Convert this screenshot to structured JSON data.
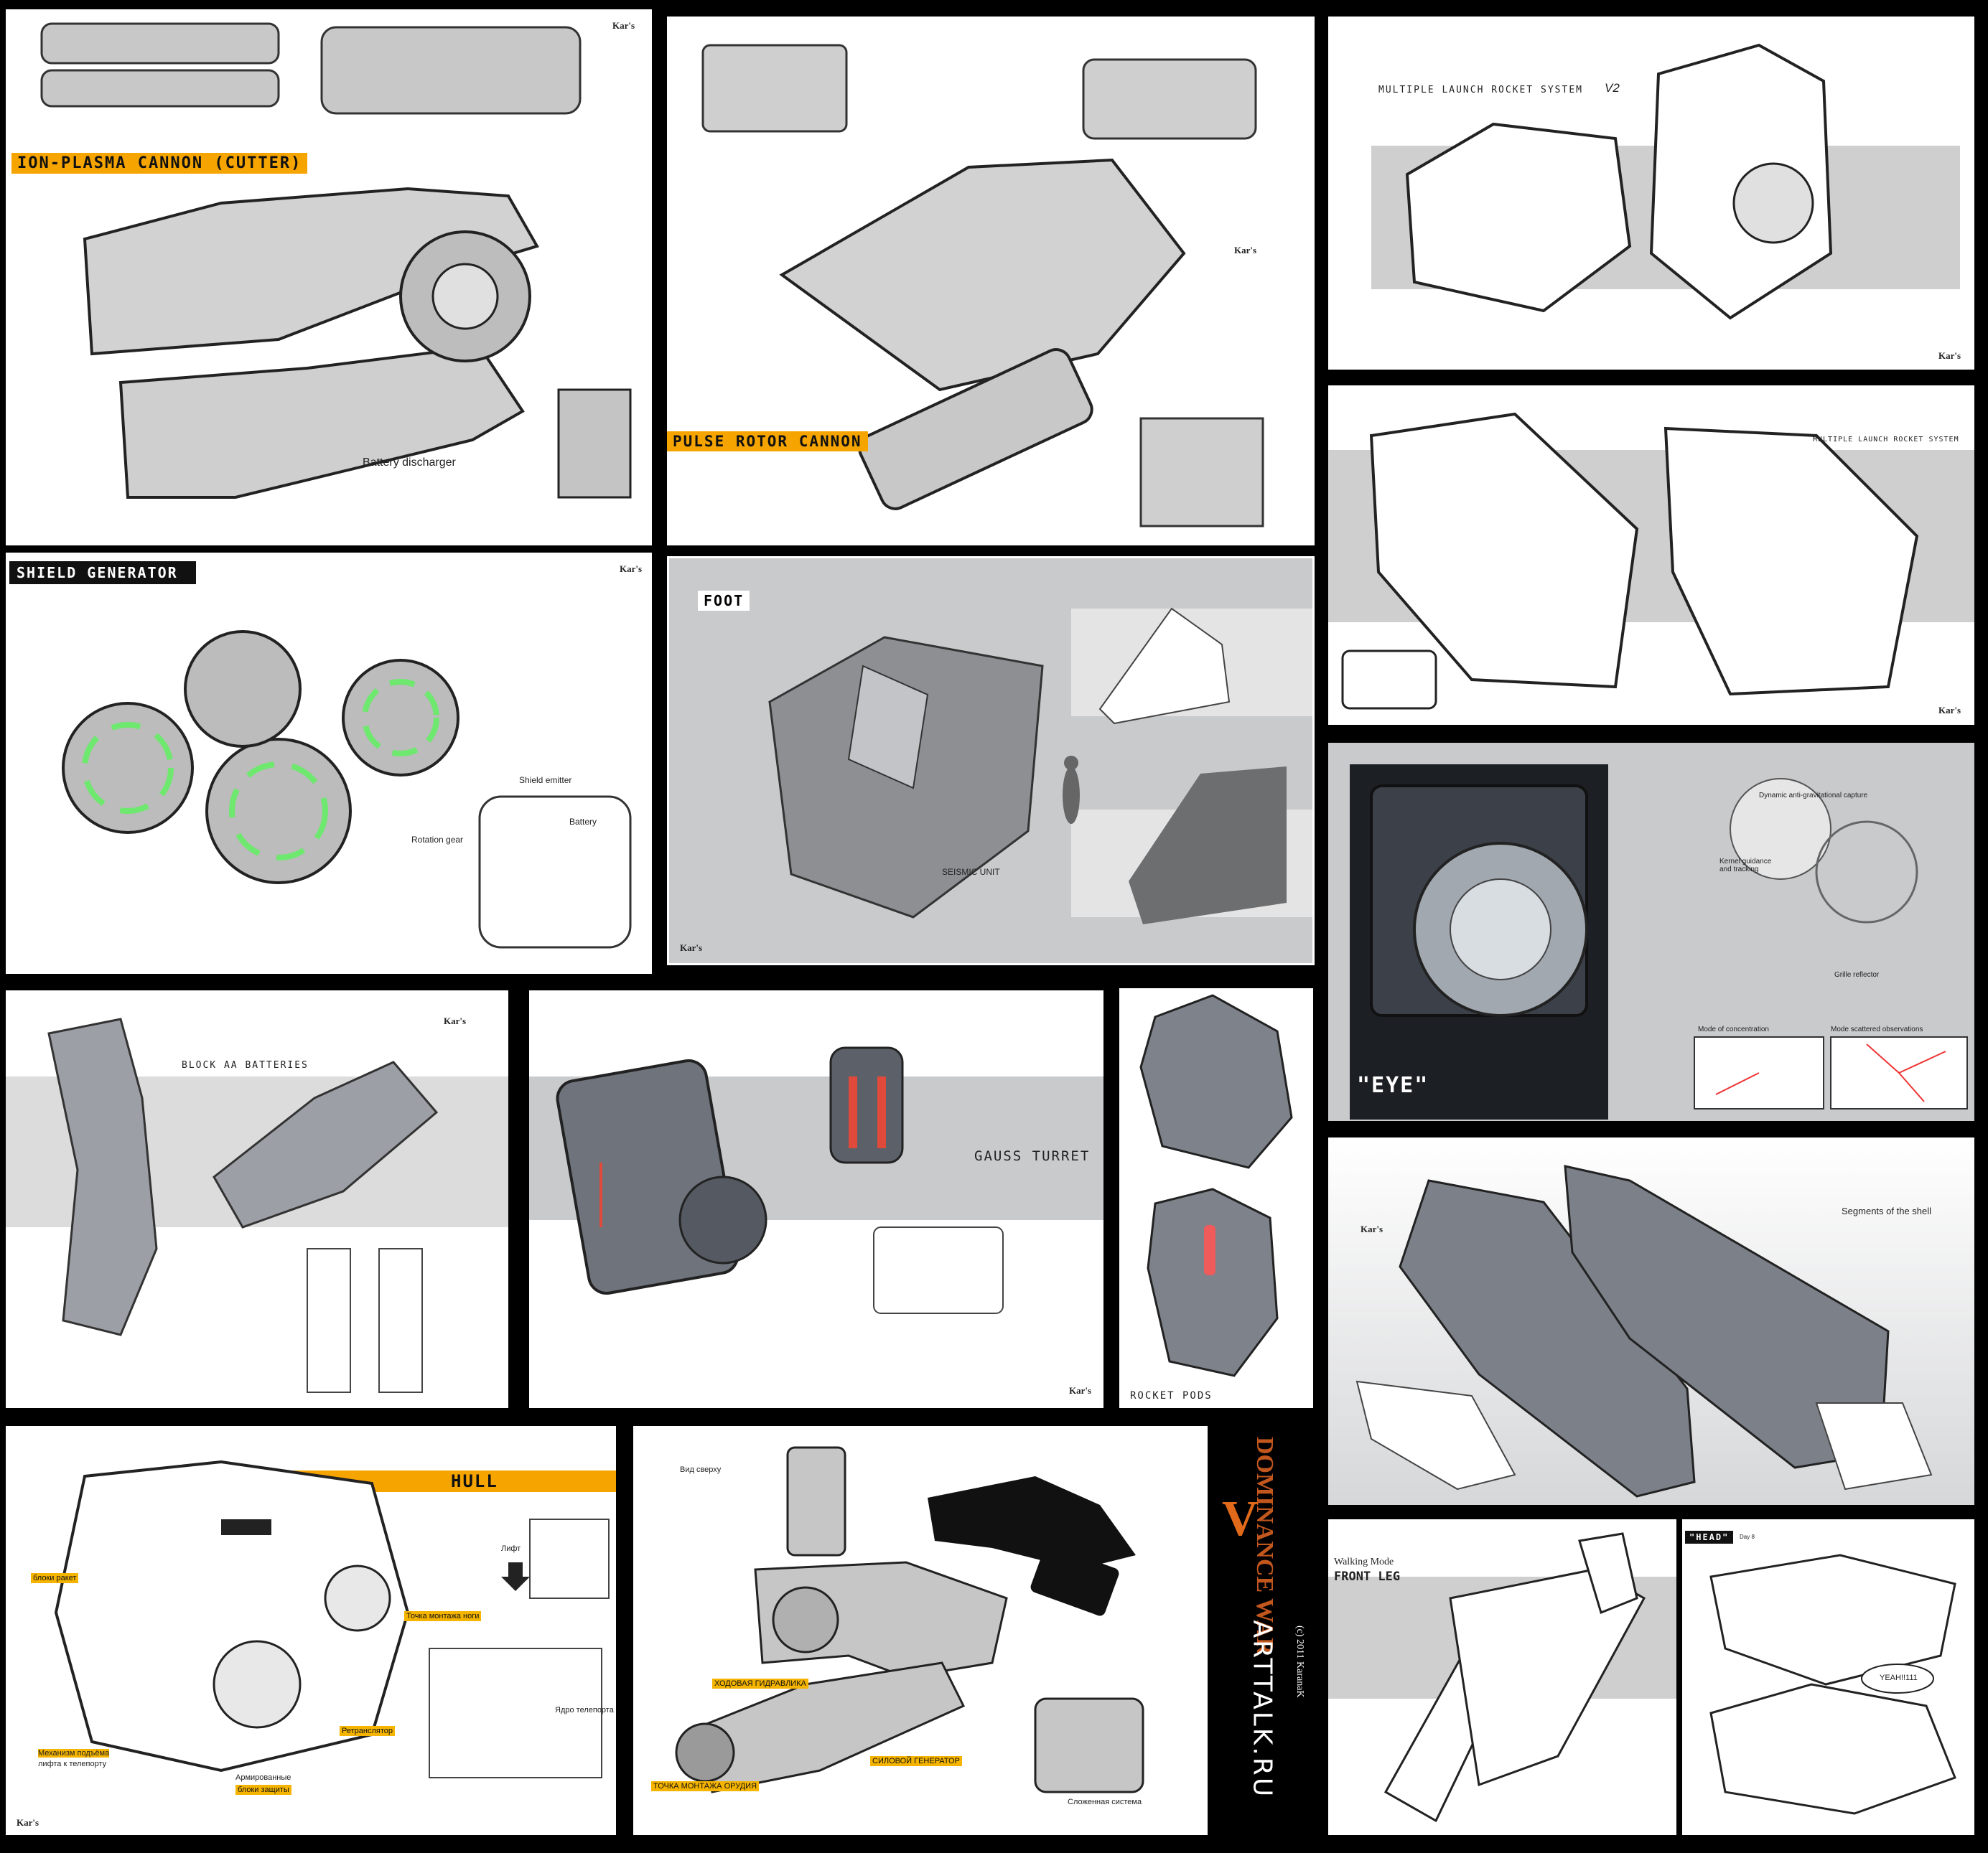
{
  "panels": {
    "ion": {
      "title": "ION-PLASMA CANNON (CUTTER)",
      "battery": "Battery discharger",
      "logo": "Kar's"
    },
    "pulse": {
      "title": "PULSE ROTOR CANNON",
      "logo": "Kar's"
    },
    "mlrs_v2": {
      "title": "MULTIPLE LAUNCH ROCKET SYSTEM",
      "version": "V2",
      "logo": "Kar's"
    },
    "mlrs": {
      "title": "MULTIPLE LAUNCH ROCKET SYSTEM",
      "logo": "Kar's"
    },
    "shield": {
      "title": "SHIELD GENERATOR",
      "emitter": "Shield emitter",
      "battery": "Battery",
      "gear": "Rotation gear",
      "logo": "Kar's"
    },
    "foot": {
      "title": "FOOT",
      "seismic": "SEISMIC UNIT",
      "logo": "Kar's"
    },
    "eye": {
      "title": "\"EYE\"",
      "capture": "Dynamic anti-gravitational capture",
      "kernel": "Kernel guidance and tracking",
      "grille": "Grille reflector",
      "mode1": "Mode of concentration",
      "mode2": "Mode scattered observations"
    },
    "aa": {
      "title": "BLOCK AA BATTERIES",
      "logo": "Kar's"
    },
    "gauss": {
      "title": "GAUSS TURRET",
      "logo": "Kar's"
    },
    "rocketpods": {
      "title": "ROCKET PODS"
    },
    "shell": {
      "title": "Segments of the shell",
      "logo": "Kar's"
    },
    "hull": {
      "title": "HULL",
      "lift": "Лифт",
      "rockets": "блоки ракет",
      "leg_mount": "Точка монтажа ноги",
      "teleport_core": "Ядро телепорта",
      "relay": "Ретранслятор",
      "lift_mech_1": "Механизм подъёма",
      "lift_mech_2": "лифта  к телепорту",
      "armor_1": "Армированные",
      "armor_2": "блоки защиты",
      "logo": "Kar's"
    },
    "leg": {
      "top_view": "Вид сверху",
      "hydraulics": "ХОДОВАЯ ГИДРАВЛИКА",
      "gun_mount": "ТОЧКА МОНТАЖА ОРУДИЯ",
      "power_gen": "СИЛОВОЙ ГЕНЕРАТОР",
      "folding": "Сложенная система"
    },
    "brand": {
      "game_1": "DOMINANCE WAR",
      "game_2": "V",
      "site": "ARTTALK.RU",
      "copyright": "(c) 2011 KaranaK"
    },
    "frontleg": {
      "mode": "Walking Mode",
      "title": "FRONT LEG"
    },
    "head": {
      "title": "\"HEAD\"",
      "day": "Day 8",
      "speech": "YEAH!!111"
    }
  }
}
